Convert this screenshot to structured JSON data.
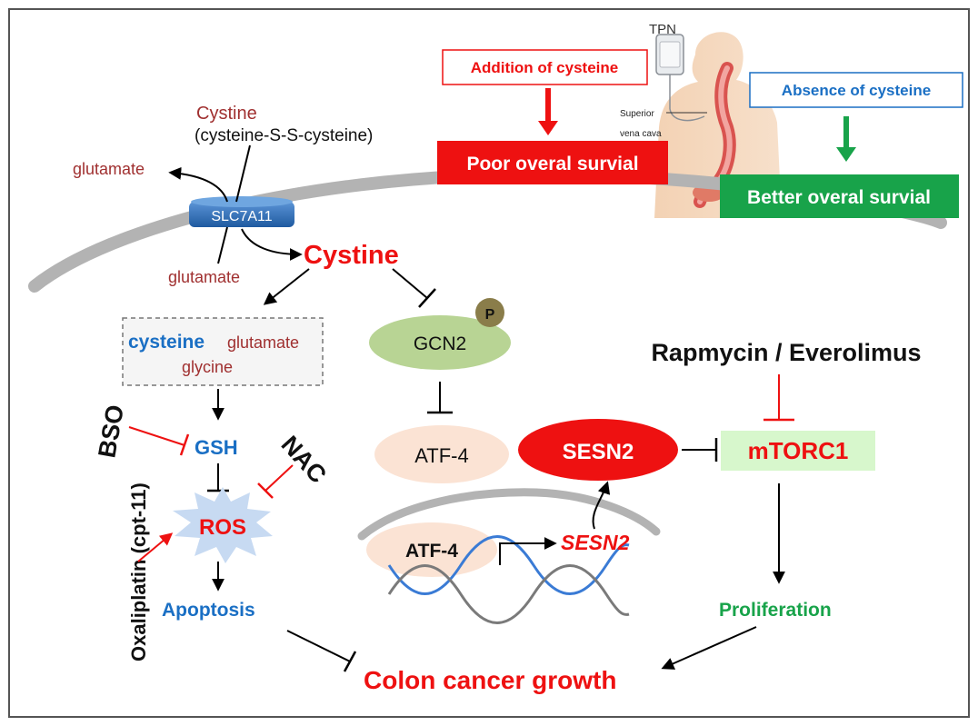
{
  "labels": {
    "cystine_ext": "Cystine",
    "cystine_formula": "(cysteine-S-S-cysteine)",
    "glutamate_out": "glutamate",
    "glutamate_in": "glutamate",
    "slc7a11": "SLC7A11",
    "cystine_main": "Cystine",
    "cysteine": "cysteine",
    "glutamate_box": "glutamate",
    "glycine": "glycine",
    "gsh": "GSH",
    "bso": "BSO",
    "nac": "NAC",
    "ros": "ROS",
    "oxaliplatin": "Oxaliplatin (cpt-11)",
    "apoptosis": "Apoptosis",
    "gcn2": "GCN2",
    "phospho": "P",
    "atf4_cyto": "ATF-4",
    "atf4_nucleus": "ATF-4",
    "sesn2_gene": "SESN2",
    "sesn2_protein": "SESN2",
    "mtorc1": "mTORC1",
    "rapamycin": "Rapmycin / Everolimus",
    "proliferation": "Proliferation",
    "colon_cancer": "Colon cancer growth",
    "tpn": "TPN",
    "superior": "Superior",
    "vena_cava": "vena cava",
    "addition_cysteine": "Addition of cysteine",
    "absence_cysteine": "Absence of cysteine",
    "poor_survival": "Poor overal survial",
    "better_survival": "Better overal survial"
  },
  "colors": {
    "red": "#ee1111",
    "blue": "#1a6fc4",
    "green": "#18a34a",
    "dark_red": "#a03030",
    "membrane": "#b3b3b3",
    "gcn2_fill": "#b8d494",
    "atf4_fill": "#fbe3d4",
    "mtorc1_fill": "#d7f7cc",
    "ros_fill": "#c7daf2",
    "slc_fill": "#2b6cb0",
    "phospho_fill": "#8a7d4a"
  }
}
